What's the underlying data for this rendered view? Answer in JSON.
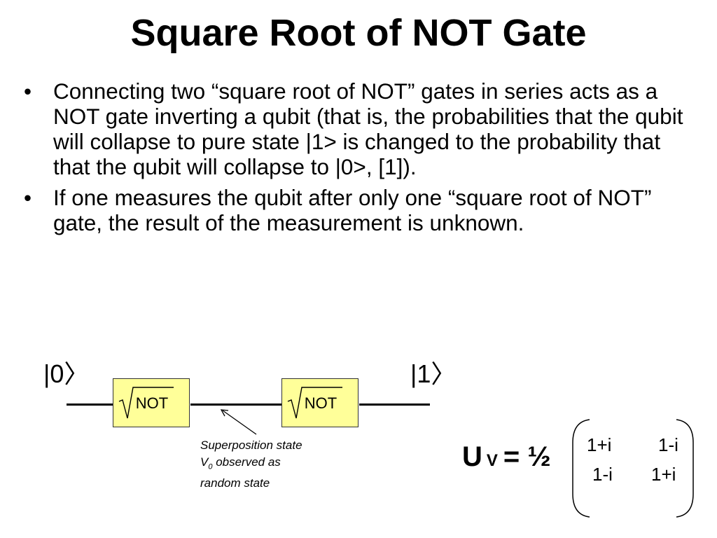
{
  "slide": {
    "title": "Square Root of NOT Gate",
    "bullet_symbol": "•",
    "bullets": [
      "Connecting two “square root of NOT” gates in series acts as a NOT gate inverting a qubit (that is, the probabilities that the qubit will collapse to pure state |1> is changed to the probability that that the qubit will collapse to |0>, [1]).",
      "If one measures the qubit after only one “square root of NOT” gate, the result of the measurement is unknown."
    ]
  },
  "circuit": {
    "input_state": "|0〉",
    "output_state": "|1〉",
    "gates": [
      {
        "label": "NOT"
      },
      {
        "label": "NOT"
      }
    ],
    "annotation": {
      "line1": "Superposition state",
      "line2_base": "V",
      "line2_subscript": "0",
      "line2_rest": " observed as",
      "line3": "random state"
    }
  },
  "equation": {
    "lhs_symbol": "U",
    "lhs_subscript": "V",
    "equals": "=",
    "scalar": "½",
    "matrix": [
      [
        "1+i",
        "1-i"
      ],
      [
        "1-i",
        "1+i"
      ]
    ]
  }
}
